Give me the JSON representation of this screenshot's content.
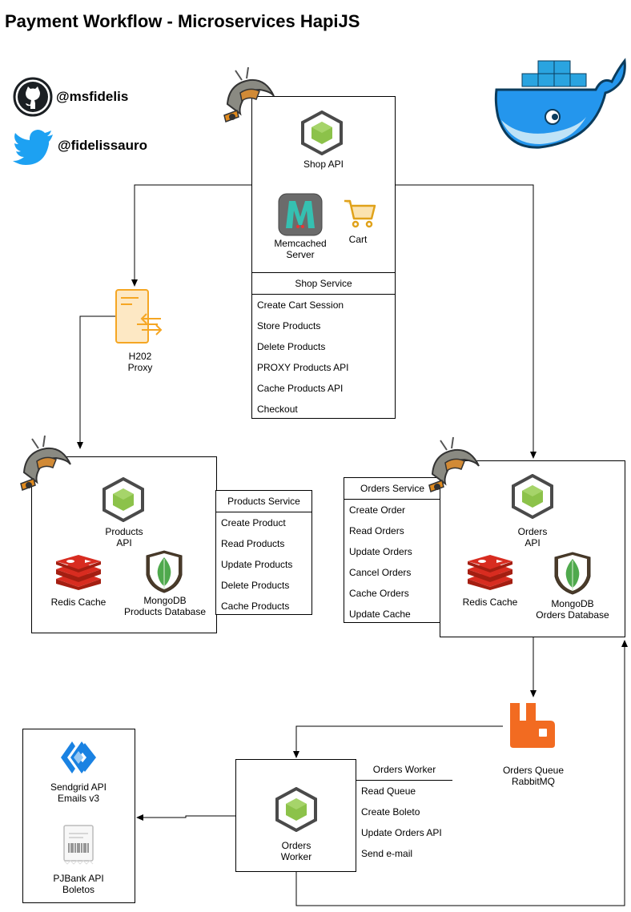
{
  "title": "Payment Workflow - Microservices HapiJS",
  "social": {
    "github": "@msfidelis",
    "twitter": "@fidelissauro"
  },
  "shop": {
    "api_label": "Shop API",
    "memcached_label": [
      "Memcached",
      "Server"
    ],
    "cart_label": "Cart",
    "service_header": "Shop Service",
    "service_items": [
      "Create Cart Session",
      "Store Products",
      "Delete Products",
      "PROXY Products API",
      "Cache Products API",
      "Checkout"
    ]
  },
  "proxy": {
    "label": [
      "H202",
      "Proxy"
    ]
  },
  "products": {
    "api_label": [
      "Products",
      "API"
    ],
    "redis_label": "Redis Cache",
    "mongo_label": [
      "MongoDB",
      "Products Database"
    ],
    "service_header": "Products Service",
    "service_items": [
      "Create Product",
      "Read Products",
      "Update Products",
      "Delete Products",
      "Cache Products"
    ]
  },
  "orders": {
    "api_label": [
      "Orders",
      "API"
    ],
    "redis_label": "Redis Cache",
    "mongo_label": [
      "MongoDB",
      "Orders Database"
    ],
    "service_header": "Orders Service",
    "service_items": [
      "Create Order",
      "Read Orders",
      "Update Orders",
      "Cancel Orders",
      "Cache Orders",
      "Update Cache"
    ]
  },
  "queue": {
    "label": [
      "Orders Queue",
      "RabbitMQ"
    ]
  },
  "worker": {
    "label": [
      "Orders",
      "Worker"
    ],
    "header": "Orders Worker",
    "items": [
      "Read Queue",
      "Create Boleto",
      "Update Orders API",
      "Send e-mail"
    ]
  },
  "external": {
    "sendgrid_label": [
      "Sendgrid API",
      "Emails v3"
    ],
    "pjbank_label": [
      "PJBank API",
      "Boletos"
    ]
  },
  "colors": {
    "hex_green": "#8cc24a",
    "hex_gray": "#4a4a4a",
    "redis_red": "#c6302b",
    "mongo_green": "#4fa94d",
    "rabbit_orange": "#f26b21",
    "docker_blue": "#2496ed",
    "twitter_blue": "#1da1f2",
    "sendgrid_blue": "#1a82e2",
    "proxy_orange": "#f5a623"
  }
}
